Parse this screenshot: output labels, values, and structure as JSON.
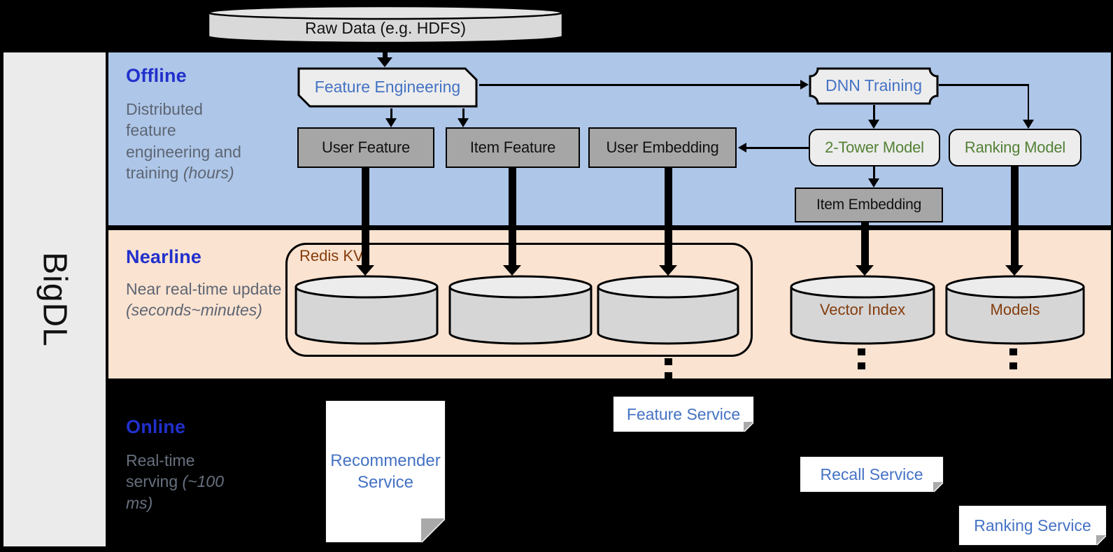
{
  "sidebar": {
    "label": "BigDL"
  },
  "source_db": {
    "label": "Raw Data (e.g. HDFS)"
  },
  "offline": {
    "band_label": "Offline",
    "description": "Distributed feature engineering and training",
    "description_note": "(hours)",
    "feature_engineering": "Feature Engineering",
    "dnn_training": "DNN Training",
    "user_feature": "User Feature",
    "item_feature": "Item Feature",
    "user_embedding": "User Embedding",
    "two_tower_model": "2-Tower Model",
    "ranking_model": "Ranking Model",
    "item_embedding": "Item Embedding"
  },
  "nearline": {
    "band_label": "Nearline",
    "description": "Near real-time update",
    "description_note": "(seconds~minutes)",
    "redis_group": "Redis KV",
    "vector_index": "Vector Index",
    "models": "Models"
  },
  "online": {
    "band_label": "Online",
    "description": "Real-time serving",
    "description_note": "(~100 ms)",
    "recommender_service": "Recommender Service",
    "feature_service": "Feature Service",
    "recall_service": "Recall Service",
    "ranking_service": "Ranking Service"
  },
  "colors": {
    "offline_band_bg": "#aec6e8",
    "nearline_band_bg": "#fbe3d1",
    "online_band_bg": "#000000",
    "band_label_blue": "#2130cc",
    "description_gray": "#5d6673",
    "service_text_blue": "#4472c4",
    "model_text_green": "#538135",
    "storage_text_brown": "#843c0c",
    "process_box_fill": "#ededed",
    "data_box_fill": "#a6a6a6",
    "cylinder_fill": "#d6d6d6"
  }
}
